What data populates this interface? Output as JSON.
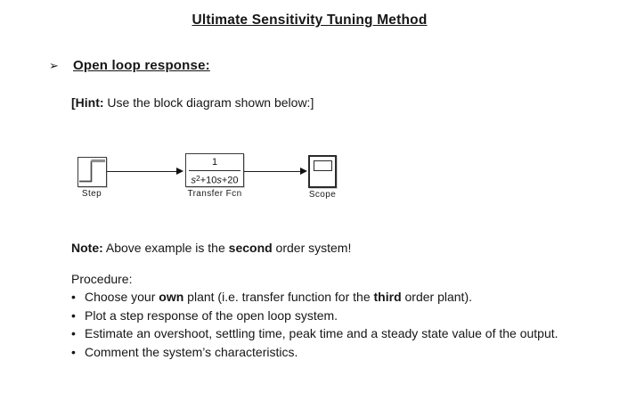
{
  "title": "Ultimate Sensitivity Tuning Method",
  "open_loop": {
    "arrow_glyph": "➢",
    "heading": "Open loop response:"
  },
  "hint": {
    "label": "[Hint:",
    "rest": " Use the block diagram shown below:]"
  },
  "diagram": {
    "step": {
      "label": "Step"
    },
    "transfer_fcn": {
      "label": "Transfer Fcn",
      "numerator": "1",
      "denominator": {
        "s1": "s",
        "exp": "2",
        "mid": "+10",
        "s2": "s",
        "tail": "+20"
      }
    },
    "scope": {
      "label": "Scope"
    }
  },
  "note": {
    "label": "Note:",
    "text_before": " Above example is the ",
    "bold_word": "second",
    "text_after": " order system!"
  },
  "procedure": {
    "heading": "Procedure:",
    "bullet_glyph": "•",
    "items": [
      {
        "text_before": "Choose your ",
        "bold1": "own",
        "text_mid": " plant (i.e. transfer function for the ",
        "bold2": "third",
        "text_after": " order plant)."
      },
      {
        "text": "Plot a step response of the open loop system."
      },
      {
        "text": "Estimate an overshoot, settling time, peak time and a steady state value of the output."
      },
      {
        "text": "Comment the system’s characteristics."
      }
    ]
  }
}
